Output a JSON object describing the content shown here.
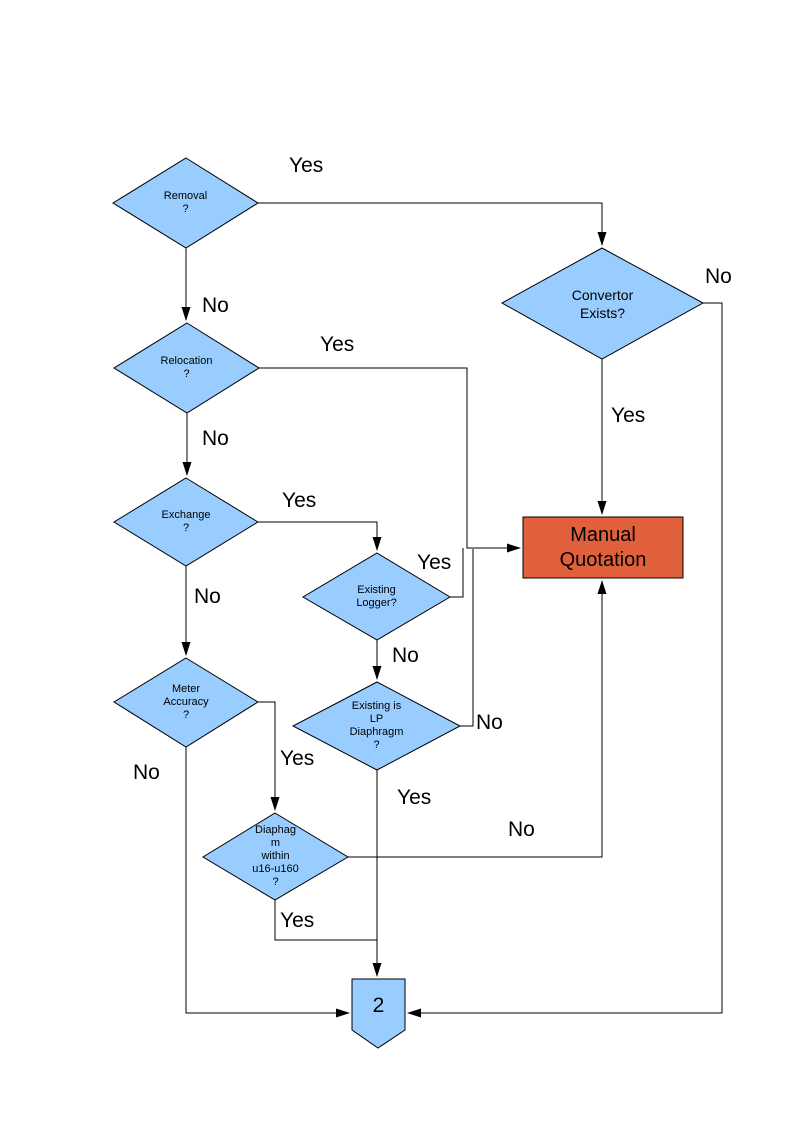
{
  "diagram": {
    "type": "flowchart",
    "colors": {
      "background": "#FFFFFF",
      "decision_fill": "#99CCFF",
      "node_stroke": "#000000",
      "manual_quotation_fill": "#E0603C",
      "line": "#000000"
    },
    "nodes": {
      "removal": {
        "type": "decision",
        "lines": [
          "Removal",
          "?"
        ]
      },
      "relocation": {
        "type": "decision",
        "lines": [
          "Relocation",
          "?"
        ]
      },
      "exchange": {
        "type": "decision",
        "lines": [
          "Exchange",
          "?"
        ]
      },
      "meter_accuracy": {
        "type": "decision",
        "lines": [
          "Meter",
          "Accuracy",
          "?"
        ]
      },
      "convertor_exists": {
        "type": "decision",
        "lines": [
          "Convertor",
          "Exists?"
        ]
      },
      "existing_logger": {
        "type": "decision",
        "lines": [
          "Existing",
          "Logger?"
        ]
      },
      "existing_lp_diaphragm": {
        "type": "decision",
        "lines": [
          "Existing is",
          "LP",
          "Diaphragm",
          "?"
        ]
      },
      "diaphragm_range": {
        "type": "decision",
        "lines": [
          "Diaphag",
          "m",
          "within",
          "u16-u160",
          "?"
        ]
      },
      "manual_quotation": {
        "type": "process",
        "lines": [
          "Manual",
          "Quotation"
        ]
      },
      "offpage_connector": {
        "type": "offpage-connector",
        "label": "2"
      }
    },
    "edge_labels": {
      "removal_yes": "Yes",
      "removal_no": "No",
      "relocation_yes": "Yes",
      "relocation_no": "No",
      "exchange_yes": "Yes",
      "exchange_no": "No",
      "convertor_no": "No",
      "convertor_yes": "Yes",
      "logger_yes": "Yes",
      "logger_no": "No",
      "lp_no": "No",
      "lp_yes": "Yes",
      "meter_yes": "Yes",
      "meter_no": "No",
      "range_yes": "Yes",
      "range_no": "No"
    },
    "edges": [
      {
        "from": "removal",
        "to": "relocation",
        "label": "No"
      },
      {
        "from": "removal",
        "to": "convertor_exists",
        "label": "Yes"
      },
      {
        "from": "relocation",
        "to": "exchange",
        "label": "No"
      },
      {
        "from": "relocation",
        "to": "manual_quotation",
        "label": "Yes"
      },
      {
        "from": "exchange",
        "to": "meter_accuracy",
        "label": "No"
      },
      {
        "from": "exchange",
        "to": "existing_logger",
        "label": "Yes"
      },
      {
        "from": "convertor_exists",
        "to": "manual_quotation",
        "label": "Yes"
      },
      {
        "from": "convertor_exists",
        "to": "offpage_connector",
        "label": "No"
      },
      {
        "from": "existing_logger",
        "to": "manual_quotation",
        "label": "Yes"
      },
      {
        "from": "existing_logger",
        "to": "existing_lp_diaphragm",
        "label": "No"
      },
      {
        "from": "existing_lp_diaphragm",
        "to": "manual_quotation",
        "label": "No"
      },
      {
        "from": "existing_lp_diaphragm",
        "to": "offpage_connector",
        "label": "Yes"
      },
      {
        "from": "meter_accuracy",
        "to": "diaphragm_range",
        "label": "Yes"
      },
      {
        "from": "meter_accuracy",
        "to": "offpage_connector",
        "label": "No"
      },
      {
        "from": "diaphragm_range",
        "to": "offpage_connector",
        "label": "Yes"
      },
      {
        "from": "diaphragm_range",
        "to": "manual_quotation",
        "label": "No"
      }
    ]
  }
}
